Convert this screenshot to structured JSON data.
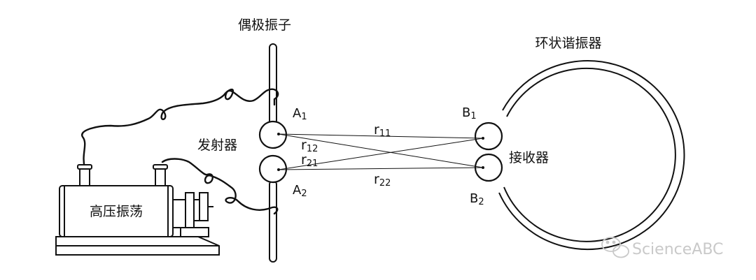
{
  "labels": {
    "dipole": "偶极振子",
    "ring_resonator": "环状谐振器",
    "transmitter": "发射器",
    "receiver": "接收器",
    "hv_oscillator": "高压振荡",
    "A1": {
      "letter": "A",
      "sub": "1"
    },
    "A2": {
      "letter": "A",
      "sub": "2"
    },
    "B1": {
      "letter": "B",
      "sub": "1"
    },
    "B2": {
      "letter": "B",
      "sub": "2"
    },
    "r11": {
      "letter": "r",
      "sub": "11"
    },
    "r12": {
      "letter": "r",
      "sub": "12"
    },
    "r21": {
      "letter": "r",
      "sub": "21"
    },
    "r22": {
      "letter": "r",
      "sub": "22"
    }
  },
  "watermark": {
    "text": "ScienceABC",
    "icon": "wechat-icon"
  },
  "colors": {
    "ink": "#111111",
    "background": "#ffffff",
    "watermark": "#c9c9c9"
  }
}
